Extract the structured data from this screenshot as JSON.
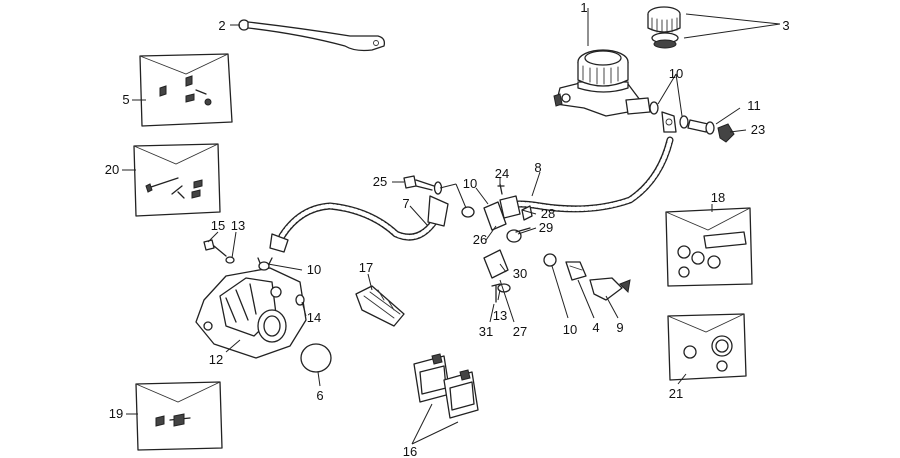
{
  "diagram": {
    "labels": {
      "l1": "1",
      "l2": "2",
      "l3": "3",
      "l4": "4",
      "l5": "5",
      "l6": "6",
      "l7": "7",
      "l8": "8",
      "l9": "9",
      "l10a": "10",
      "l10b": "10",
      "l10c": "10",
      "l10d": "10",
      "l11": "11",
      "l12": "12",
      "l13a": "13",
      "l13b": "13",
      "l14": "14",
      "l15": "15",
      "l16": "16",
      "l17": "17",
      "l18": "18",
      "l19": "19",
      "l20": "20",
      "l21": "21",
      "l23": "23",
      "l24": "24",
      "l25": "25",
      "l26": "26",
      "l27": "27",
      "l28": "28",
      "l29": "29",
      "l30": "30",
      "l31": "31"
    }
  }
}
